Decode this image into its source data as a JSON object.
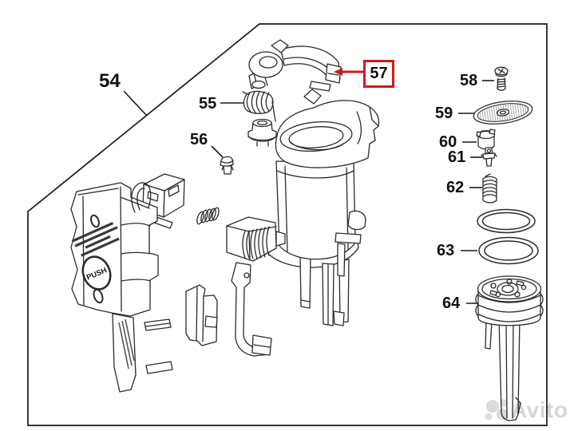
{
  "diagram": {
    "type": "exploded-parts-diagram",
    "labels": {
      "p54": "54",
      "p55": "55",
      "p56": "56",
      "p57": "57",
      "p58": "58",
      "p59": "59",
      "p60": "60",
      "p61": "61",
      "p62": "62",
      "p63": "63",
      "p64": "64"
    },
    "highlighted_part": {
      "number": "57",
      "box_color": "#cc1b1b"
    },
    "parts": [
      {
        "number": "54",
        "depicts": "whole-assembly-frame"
      },
      {
        "number": "55",
        "depicts": "horizontal-coil-spring"
      },
      {
        "number": "56",
        "depicts": "small-plug-fitting"
      },
      {
        "number": "57",
        "depicts": "curved-sweep-arm"
      },
      {
        "number": "58",
        "depicts": "pan-head-screw"
      },
      {
        "number": "59",
        "depicts": "perforated-shower-disc"
      },
      {
        "number": "60",
        "depicts": "small-cup-fitting"
      },
      {
        "number": "61",
        "depicts": "small-valve-stem"
      },
      {
        "number": "62",
        "depicts": "vertical-coil-spring"
      },
      {
        "number": "63",
        "depicts": "two-o-rings"
      },
      {
        "number": "64",
        "depicts": "piston-with-shaft"
      }
    ]
  },
  "housing": {
    "push_label": "PUSH"
  },
  "watermark": {
    "text": "Avito"
  },
  "colors": {
    "highlight_red": "#cc1b1b",
    "line": "#2b2b2b",
    "watermark_gray": "#bfbfbf"
  }
}
